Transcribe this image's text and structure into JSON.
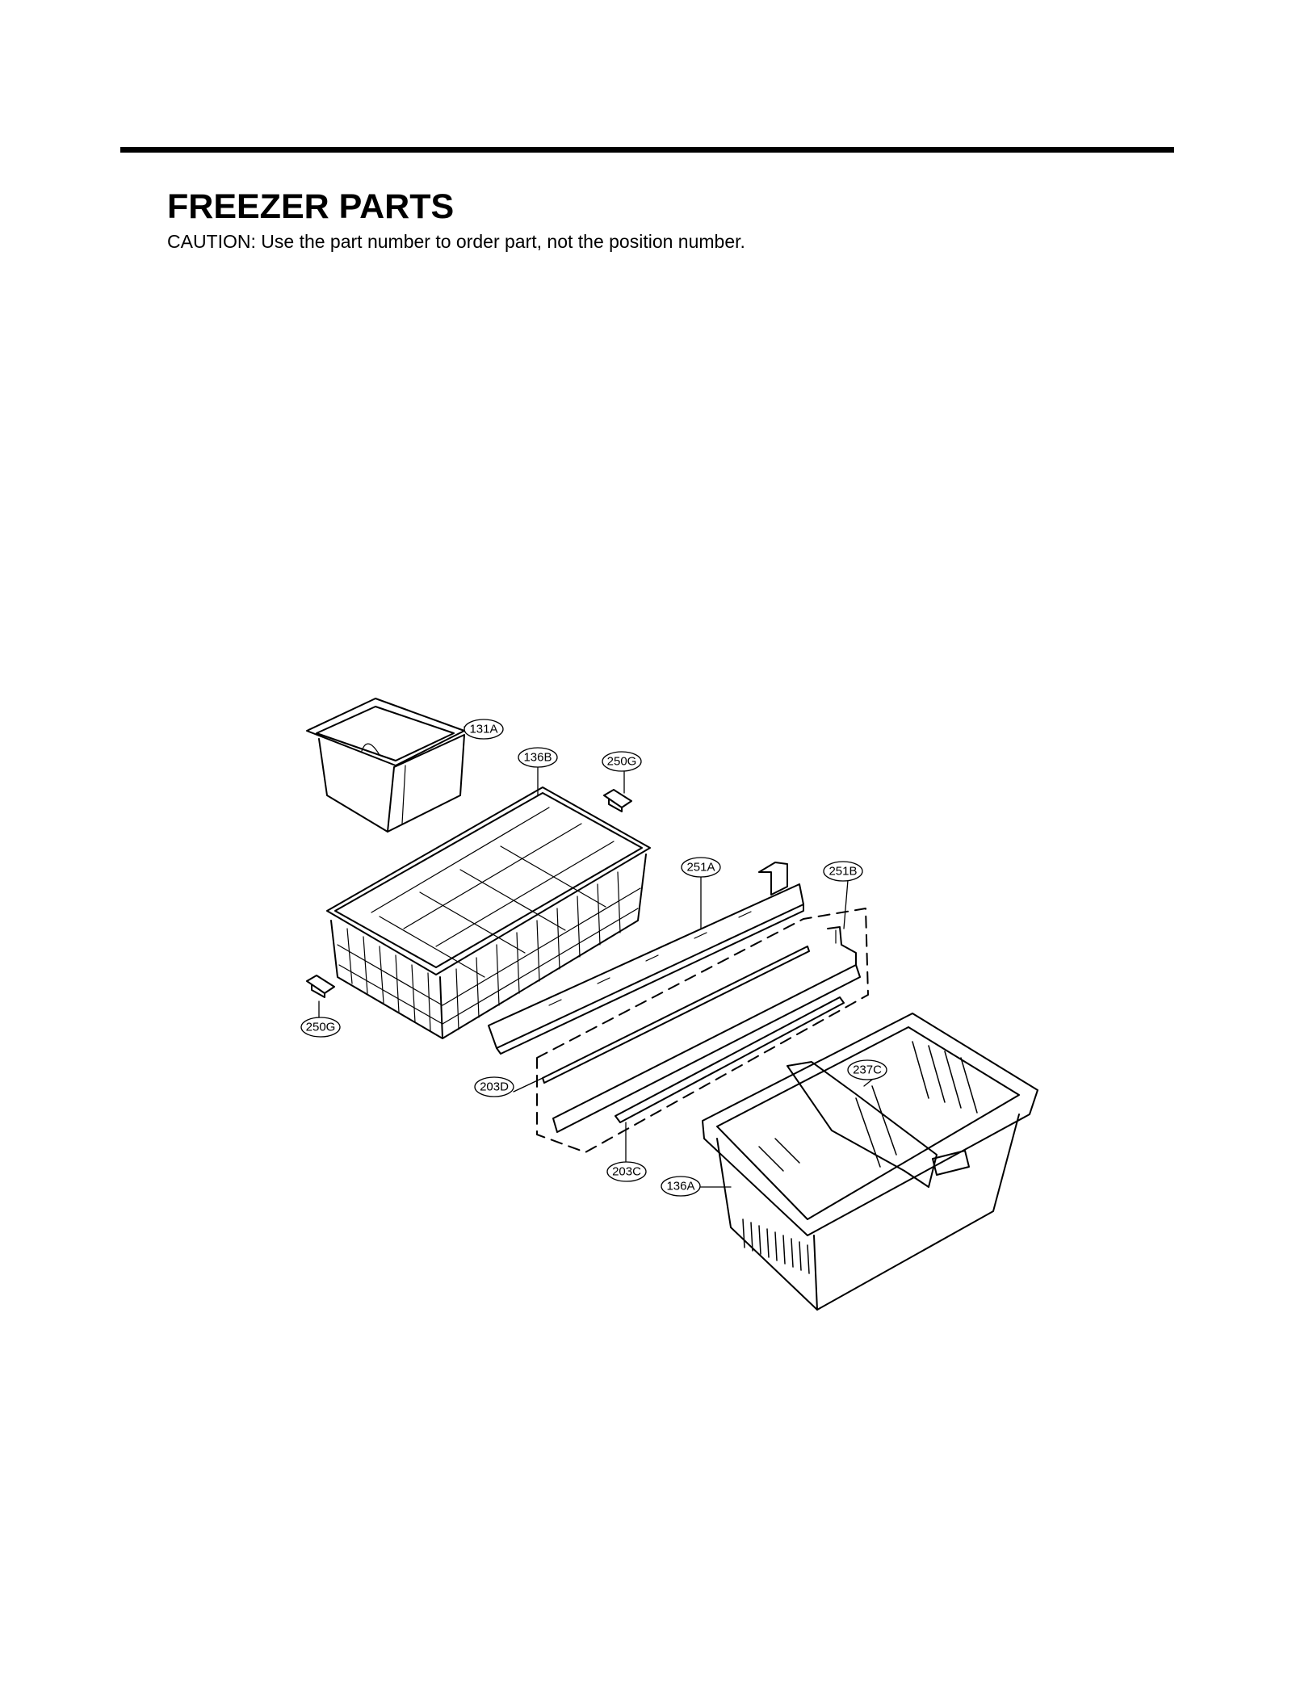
{
  "header": {
    "title": "FREEZER PARTS",
    "caution": "CAUTION: Use the part number to order part, not the position number."
  },
  "callouts": [
    {
      "id": "131A",
      "label": "131A"
    },
    {
      "id": "136B",
      "label": "136B"
    },
    {
      "id": "250G-top",
      "label": "250G"
    },
    {
      "id": "251A",
      "label": "251A"
    },
    {
      "id": "251B",
      "label": "251B"
    },
    {
      "id": "250G-left",
      "label": "250G"
    },
    {
      "id": "237C",
      "label": "237C"
    },
    {
      "id": "203D",
      "label": "203D"
    },
    {
      "id": "203C",
      "label": "203C"
    },
    {
      "id": "136A",
      "label": "136A"
    }
  ]
}
